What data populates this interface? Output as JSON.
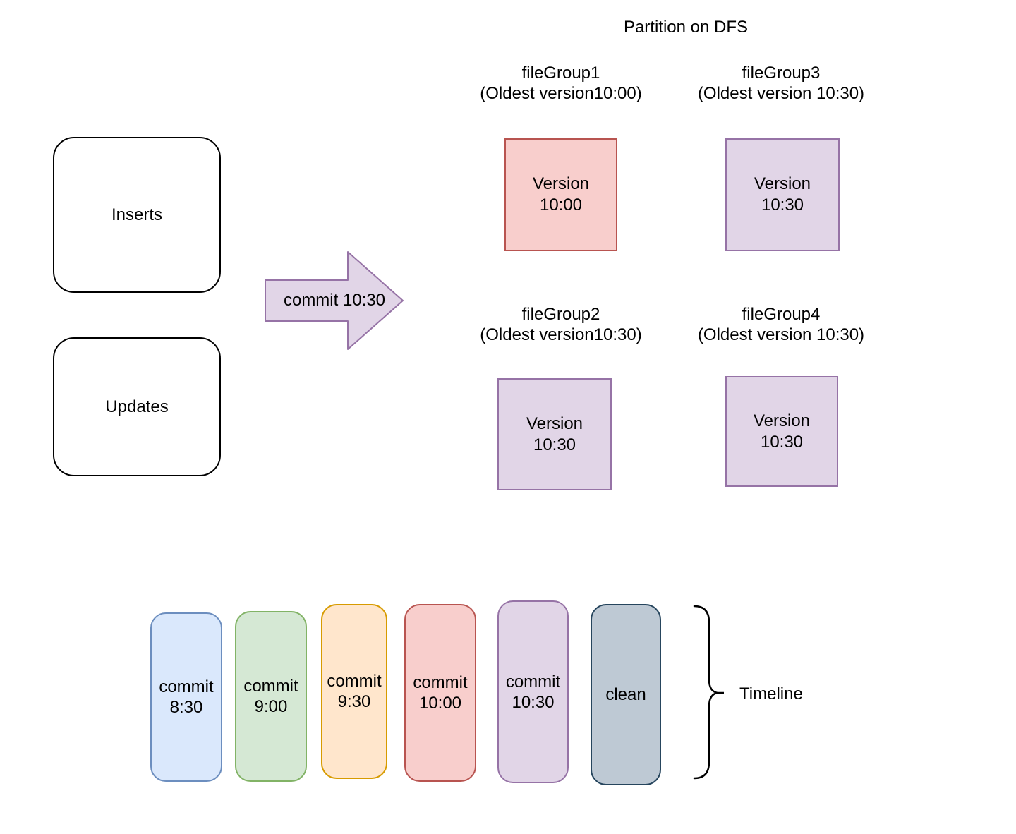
{
  "palette": {
    "red_fill": "#f8cecc",
    "red_stroke": "#b85450",
    "purple_fill": "#e1d5e7",
    "purple_stroke": "#9673a6",
    "blue_fill": "#dae8fc",
    "blue_stroke": "#6c8ebf",
    "green_fill": "#d5e8d4",
    "green_stroke": "#82b366",
    "orange_fill": "#ffe6cc",
    "orange_stroke": "#d79b00",
    "bluegray_fill": "#bec9d4",
    "bluegray_stroke": "#26455d",
    "io_box_stroke": "#000000",
    "background": "#ffffff"
  },
  "title": "Partition on DFS",
  "inputs": {
    "inserts": "Inserts",
    "updates": "Updates"
  },
  "arrow": {
    "label": "commit 10:30"
  },
  "file_groups": [
    {
      "name": "fileGroup1",
      "subtitle": "(Oldest version10:00)",
      "version_line1": "Version",
      "version_line2": "10:00",
      "color": "red"
    },
    {
      "name": "fileGroup3",
      "subtitle": "(Oldest version 10:30)",
      "version_line1": "Version",
      "version_line2": "10:30",
      "color": "purple"
    },
    {
      "name": "fileGroup2",
      "subtitle": "(Oldest version10:30)",
      "version_line1": "Version",
      "version_line2": "10:30",
      "color": "purple"
    },
    {
      "name": "fileGroup4",
      "subtitle": "(Oldest version 10:30)",
      "version_line1": "Version",
      "version_line2": "10:30",
      "color": "purple"
    }
  ],
  "timeline": {
    "label": "Timeline",
    "events": [
      {
        "line1": "commit",
        "line2": "8:30",
        "color": "blue"
      },
      {
        "line1": "commit",
        "line2": "9:00",
        "color": "green"
      },
      {
        "line1": "commit",
        "line2": "9:30",
        "color": "orange"
      },
      {
        "line1": "commit",
        "line2": "10:00",
        "color": "red"
      },
      {
        "line1": "commit",
        "line2": "10:30",
        "color": "purple"
      },
      {
        "line1": "clean",
        "line2": "",
        "color": "bluegray"
      }
    ]
  }
}
